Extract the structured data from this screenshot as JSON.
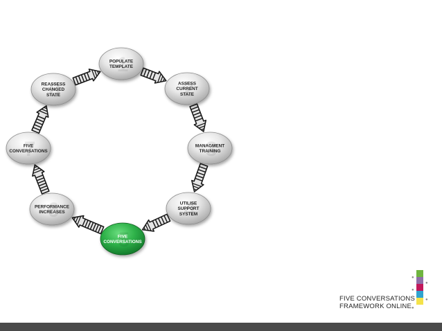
{
  "diagram": {
    "steps": [
      {
        "n": "1",
        "lines": [
          "POPULATE",
          "TEMPLATE"
        ],
        "active": false
      },
      {
        "n": "2",
        "lines": [
          "ASSESS",
          "CURRENT",
          "STATE"
        ],
        "active": false
      },
      {
        "n": "3",
        "lines": [
          "MANAGMENT",
          "TRAINING"
        ],
        "active": false
      },
      {
        "n": "4",
        "lines": [
          "UTILISE",
          "SUPPORT",
          "SYSTEM"
        ],
        "active": false
      },
      {
        "n": "5",
        "lines": [
          "FIVE",
          "CONVERSATIONS"
        ],
        "active": true
      },
      {
        "n": "6",
        "lines": [
          "PERFORMANCE",
          "INCREASES"
        ],
        "active": false
      },
      {
        "n": "7",
        "lines": [
          "FIVE",
          "CONVERSATIONS"
        ],
        "active": false
      },
      {
        "n": "8",
        "lines": [
          "REASSESS",
          "CHANGED",
          "STATE"
        ],
        "active": false
      }
    ]
  },
  "brand": {
    "line1": "FIVE CONVERSATIONS",
    "line2": "FRAMEWORK ONLINE",
    "colors": [
      "#6fb43f",
      "#8e6fa8",
      "#c2185b",
      "#2fa3cf",
      "#f4e24a"
    ]
  }
}
